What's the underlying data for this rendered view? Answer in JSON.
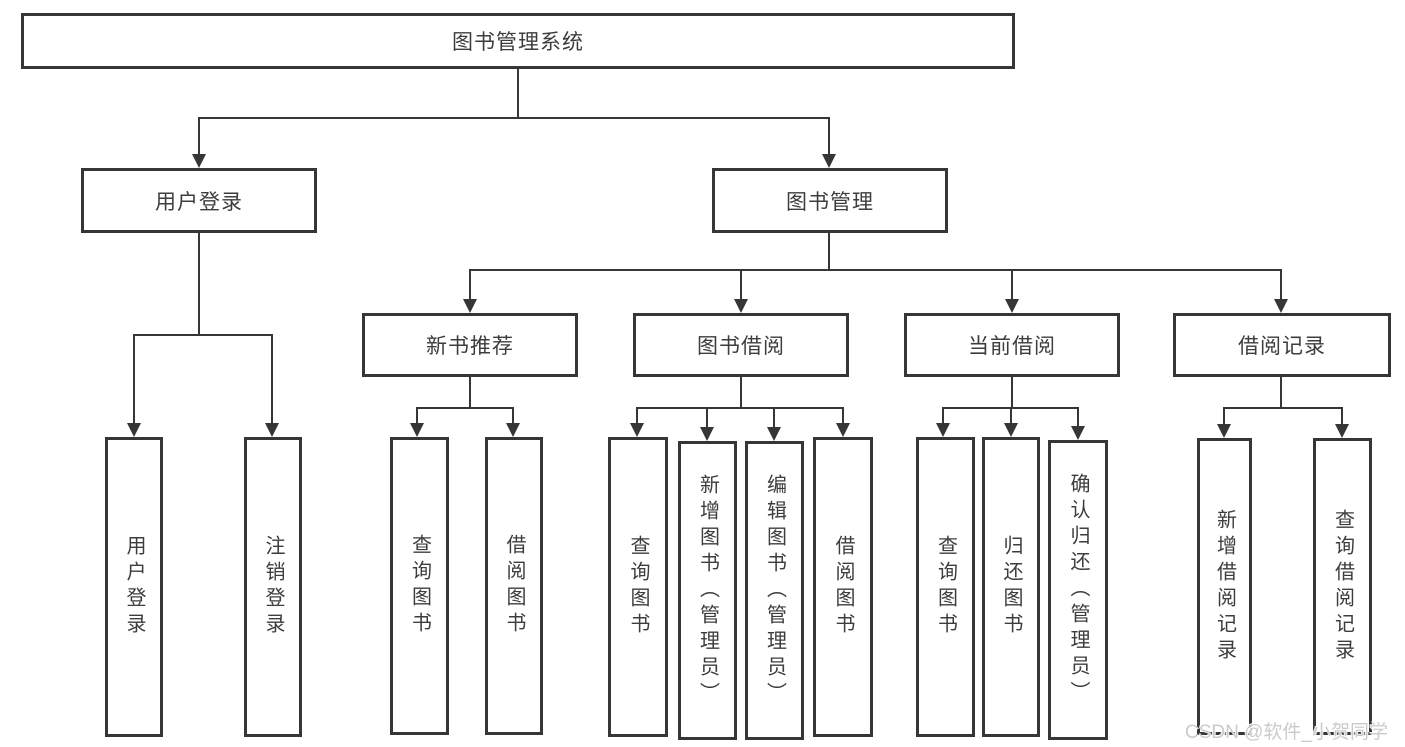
{
  "colors": {
    "line": "#363636",
    "text": "#3d3d3d",
    "background": "#ffffff",
    "watermark": "#cbcbcb"
  },
  "tree": {
    "root": "图书管理系统",
    "branches": [
      {
        "label": "用户登录",
        "leaves": [
          "用户登录",
          "注销登录"
        ]
      },
      {
        "label": "图书管理",
        "groups": [
          {
            "label": "新书推荐",
            "leaves": [
              "查询图书",
              "借阅图书"
            ]
          },
          {
            "label": "图书借阅",
            "leaves": [
              "查询图书",
              "新增图书（管理员）",
              "编辑图书（管理员）",
              "借阅图书"
            ]
          },
          {
            "label": "当前借阅",
            "leaves": [
              "查询图书",
              "归还图书",
              "确认归还（管理员）"
            ]
          },
          {
            "label": "借阅记录",
            "leaves": [
              "新增借阅记录",
              "查询借阅记录"
            ]
          }
        ]
      }
    ]
  },
  "watermark": {
    "text": "CSDN @软件_小贺同学"
  }
}
